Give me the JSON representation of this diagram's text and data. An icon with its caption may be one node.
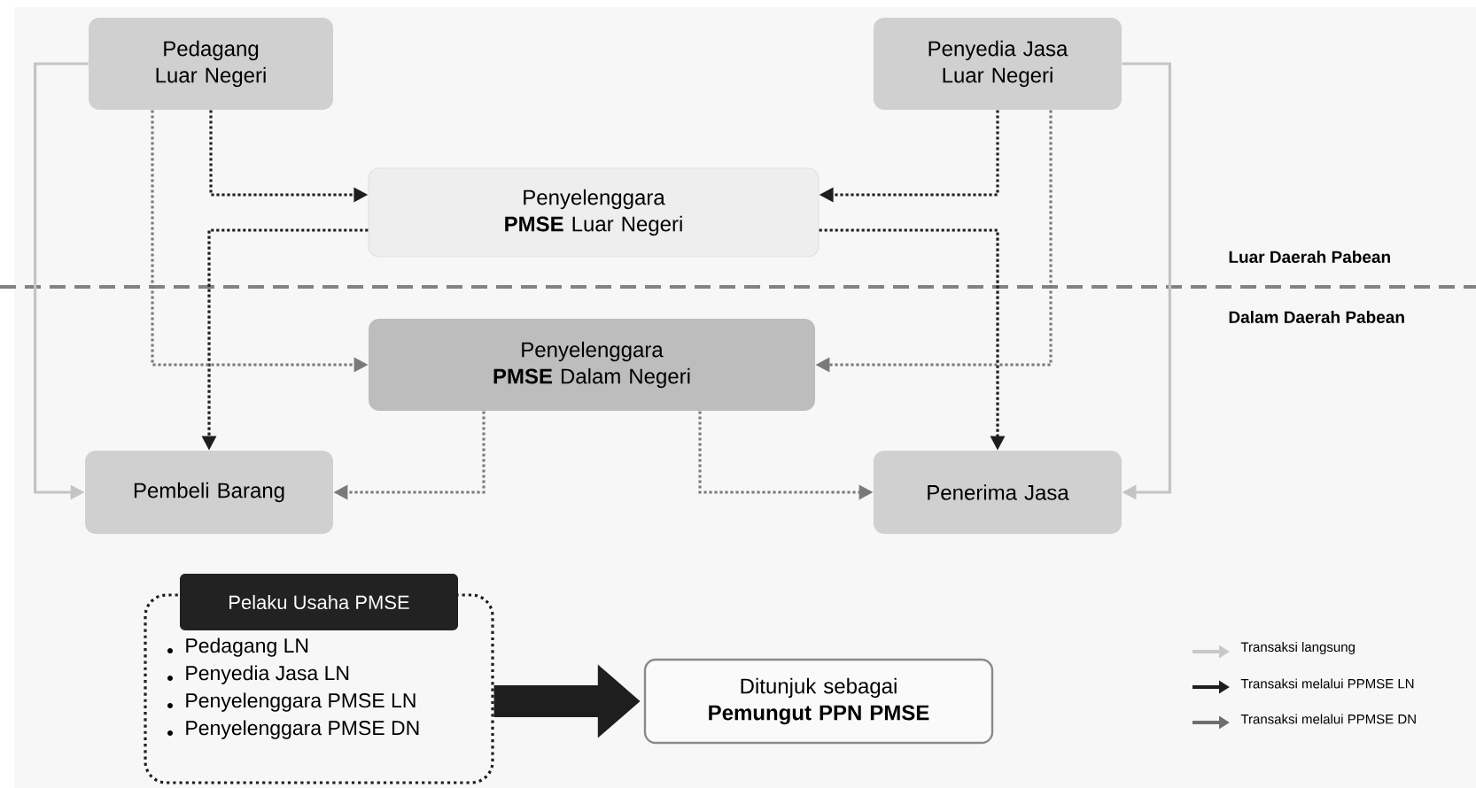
{
  "diagram": {
    "nodes": [
      {
        "text": [
          "Pedagang Luar Negeri"
        ]
      },
      {
        "text": [
          "Penyedia Jasa Luar Negeri"
        ]
      },
      {
        "text": [
          "Penyelenggara **PMSE** Luar Negeri"
        ]
      },
      {
        "text": [
          "Penyelenggara **PMSE** Dalam Negeri"
        ]
      },
      {
        "text": [
          "Pembeli Barang"
        ]
      },
      {
        "text": [
          "Penerima Jasa"
        ]
      },
      {
        "text": [
          "Pelaku Usaha PMSE",
          "Pedagang LN",
          "Penyedia Jasa LN",
          "Penyelenggara PMSE LN",
          "Penyelenggara PMSE DN"
        ]
      },
      {
        "text": [
          "Ditunjuk sebagai **Pemungut PPN PMSE**"
        ]
      }
    ],
    "edges": [
      {
        "from": 0,
        "to": 4,
        "arrow": "to",
        "color": "#c4c4c4"
      },
      {
        "from": 1,
        "to": 5,
        "arrow": "to",
        "color": "#c4c4c4"
      },
      {
        "from": 0,
        "to": 2,
        "arrow": "to",
        "style": "dashed"
      },
      {
        "from": 2,
        "to": 4,
        "arrow": "to",
        "style": "dashed"
      },
      {
        "from": 1,
        "to": 2,
        "arrow": "to",
        "style": "dashed"
      },
      {
        "from": 2,
        "to": 5,
        "arrow": "to",
        "style": "dashed"
      },
      {
        "from": 0,
        "to": 3,
        "arrow": "to",
        "style": "dashed",
        "color": "#7a7a7a"
      },
      {
        "from": 1,
        "to": 3,
        "arrow": "to",
        "style": "dashed",
        "color": "#7a7a7a"
      },
      {
        "from": 3,
        "to": 4,
        "arrow": "to",
        "style": "dashed",
        "color": "#7a7a7a"
      },
      {
        "from": 3,
        "to": 5,
        "arrow": "to",
        "style": "dashed",
        "color": "#7a7a7a"
      },
      {
        "from": 6,
        "to": 7,
        "arrow": "to",
        "style": "thick"
      }
    ],
    "labels": [
      "Luar Daerah Pabean",
      "Dalam Daerah Pabean"
    ],
    "legend": [
      {
        "text": "Transaksi langsung"
      },
      {
        "text": "Transaksi melalui PPMSE LN"
      },
      {
        "text": "Transaksi melalui PPMSE DN"
      }
    ]
  }
}
